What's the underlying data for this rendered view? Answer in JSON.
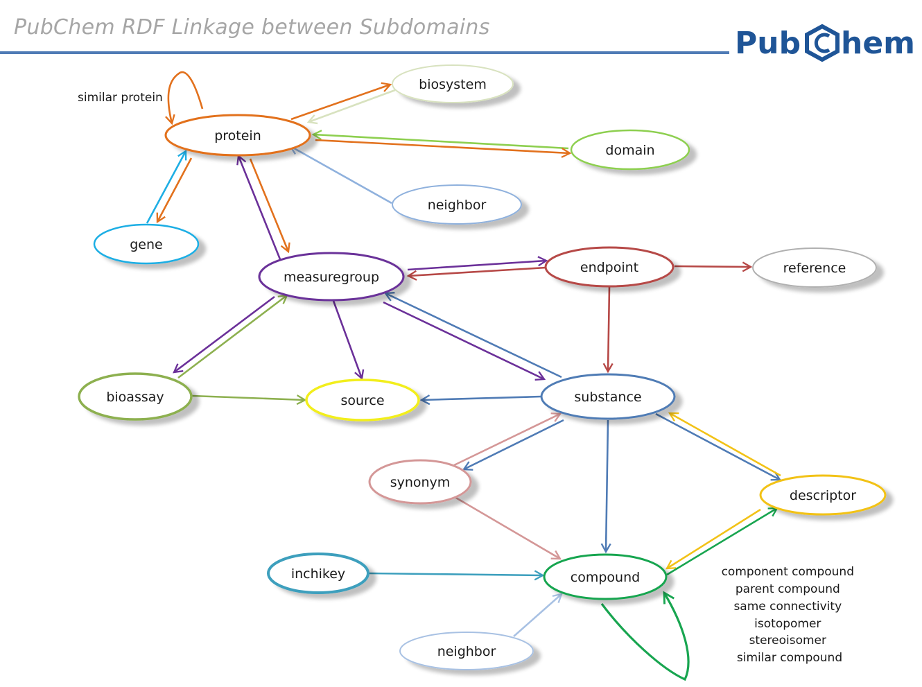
{
  "title": "PubChem RDF Linkage between Subdomains",
  "logo": {
    "text_left": "Pub",
    "text_right": "hem",
    "color": "#1f5597"
  },
  "nodes": {
    "protein": "protein",
    "biosystem": "biosystem",
    "domain": "domain",
    "neighbor_protein": "neighbor",
    "gene": "gene",
    "measuregroup": "measuregroup",
    "endpoint": "endpoint",
    "reference": "reference",
    "bioassay": "bioassay",
    "source": "source",
    "substance": "substance",
    "synonym": "synonym",
    "descriptor": "descriptor",
    "inchikey": "inchikey",
    "compound": "compound",
    "neighbor_compound": "neighbor"
  },
  "annotations": {
    "similar_protein": "similar protein",
    "compound_relations": [
      "component compound",
      "parent compound",
      "same connectivity",
      "isotopomer",
      "stereoisomer",
      "similar compound"
    ]
  },
  "colors": {
    "protein": "#e2711d",
    "biosystem": "#d8e2bf",
    "domain": "#8dcf4f",
    "neighbor_protein": "#8fb1dd",
    "gene": "#1eaee4",
    "measuregroup": "#6b3099",
    "endpoint": "#b64846",
    "reference": "#b0b0b0",
    "bioassay": "#8db04f",
    "source": "#f2ee1f",
    "substance": "#4f7bb5",
    "synonym": "#d49797",
    "descriptor": "#f2c217",
    "inchikey": "#3c9fbd",
    "compound": "#18a550",
    "neighbor_compound": "#a8c1e3"
  }
}
